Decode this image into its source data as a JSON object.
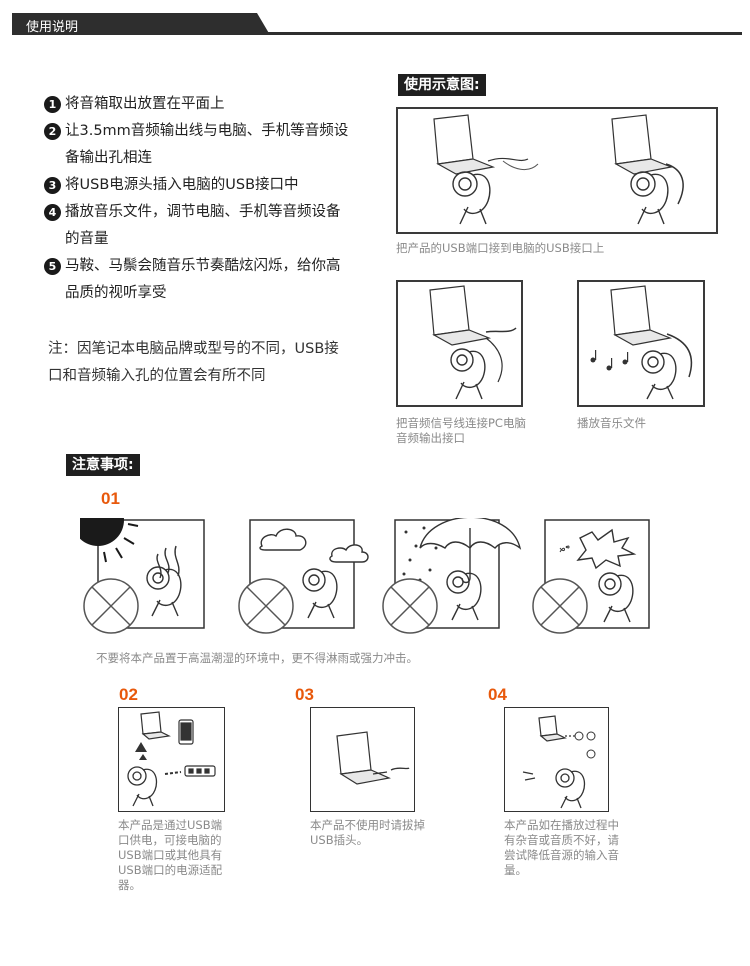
{
  "header": {
    "title": "使用说明"
  },
  "steps": [
    {
      "num": "1",
      "text": "将音箱取出放置在平面上"
    },
    {
      "num": "2",
      "text": "让3.5mm音频输出线与电脑、手机等音频设备输出孔相连"
    },
    {
      "num": "3",
      "text": "将USB电源头插入电脑的USB接口中"
    },
    {
      "num": "4",
      "text": "播放音乐文件，调节电脑、手机等音频设备的音量"
    },
    {
      "num": "5",
      "text": "马鞍、马鬃会随音乐节奏酷炫闪烁，给你高品质的视听享受"
    }
  ],
  "note": "注：因笔记本电脑品牌或型号的不同，USB接口和音频输入孔的位置会有所不同",
  "diagram": {
    "label": "使用示意图:",
    "captions": {
      "usb": "把产品的USB端口接到电脑的USB接口上",
      "audio": "把音频信号线连接PC电脑音频输出接口",
      "play": "播放音乐文件"
    }
  },
  "cautions": {
    "label": "注意事项:",
    "items": [
      {
        "num": "01",
        "caption": "不要将本产品置于高温潮湿的环境中，更不得淋雨或强力冲击。"
      },
      {
        "num": "02",
        "caption": "本产品是通过USB端口供电，可接电脑的USB端口或其他具有USB端口的电源适配器。"
      },
      {
        "num": "03",
        "caption": "本产品不使用时请拔掉USB插头。"
      },
      {
        "num": "04",
        "caption": "本产品如在播放过程中有杂音或音质不好，请尝试降低音源的输入音量。"
      }
    ]
  },
  "icons": {
    "laptop": "laptop-icon",
    "speaker": "horse-speaker-icon",
    "prohibited": "prohibited-x-icon",
    "sun": "sun-icon",
    "cloud": "cloud-icon",
    "umbrella": "umbrella-icon",
    "impact": "impact-burst-icon",
    "phone": "phone-icon",
    "power-strip": "power-strip-icon",
    "music-note": "music-note-icon"
  },
  "colors": {
    "accent": "#e8590c",
    "dark": "#1f1f1f",
    "caption": "#8a8a8a"
  }
}
